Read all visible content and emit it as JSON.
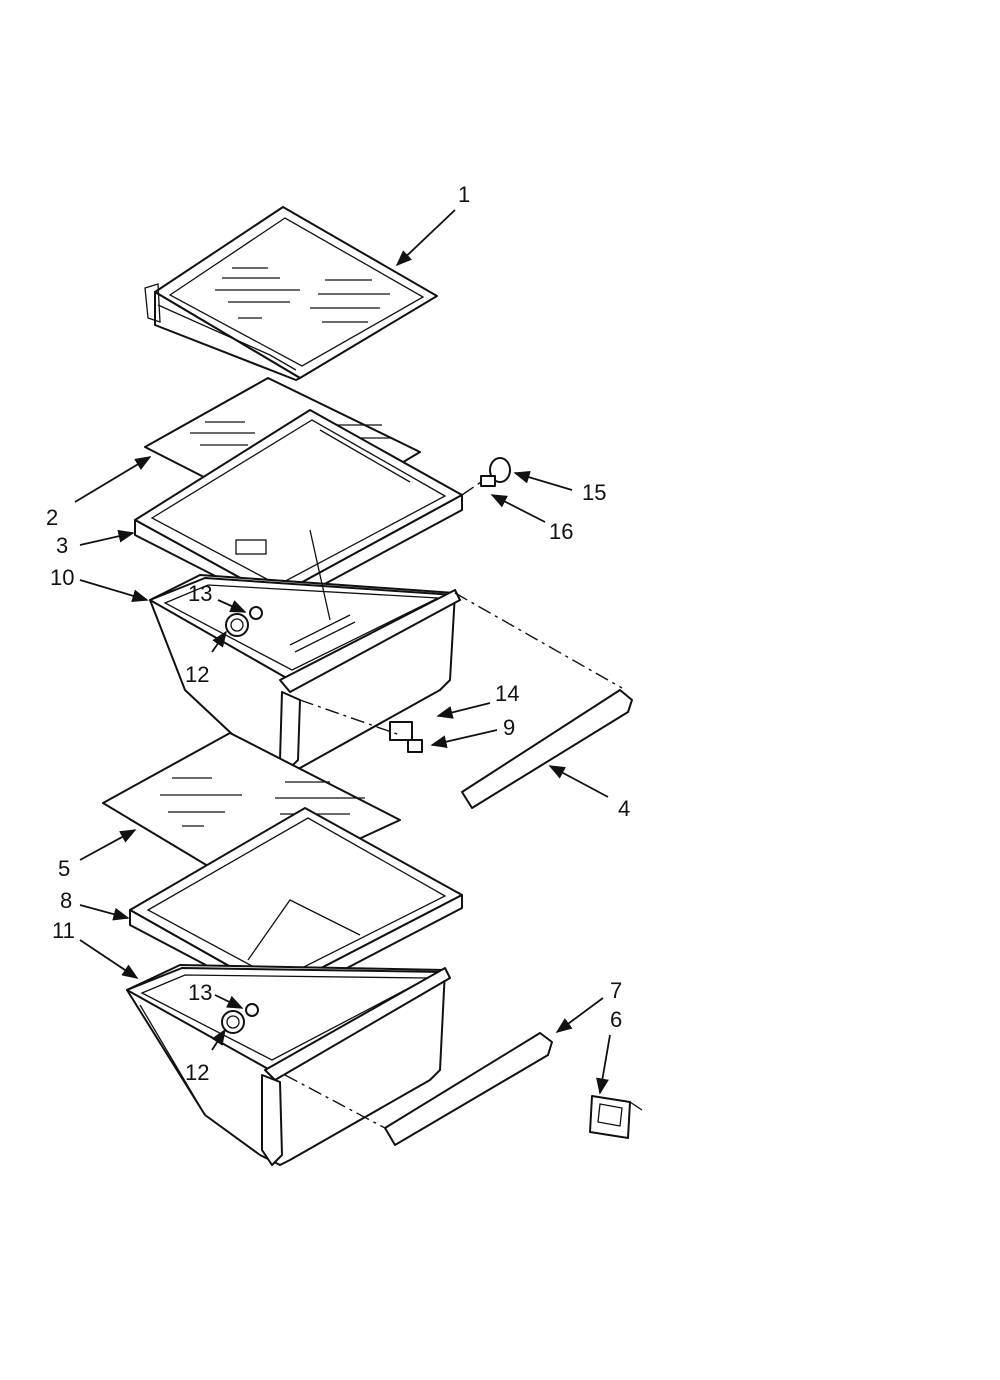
{
  "callouts": {
    "c1": "1",
    "c2": "2",
    "c3": "3",
    "c4": "4",
    "c5": "5",
    "c6": "6",
    "c7": "7",
    "c8": "8",
    "c9": "9",
    "c10": "10",
    "c11": "11",
    "c12a": "12",
    "c12b": "12",
    "c13a": "13",
    "c13b": "13",
    "c14": "14",
    "c15": "15",
    "c16": "16"
  }
}
